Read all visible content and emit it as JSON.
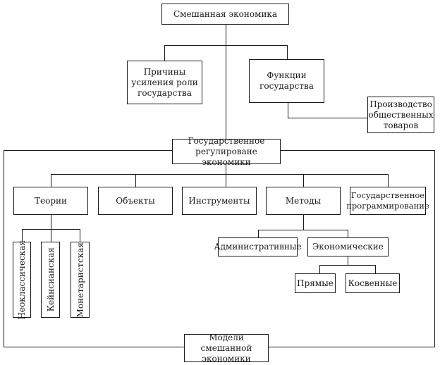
{
  "diagram": {
    "root": "Смешанная экономика",
    "reasons": [
      "Причины",
      "усиления роли",
      "государства"
    ],
    "functions": [
      "Функции",
      "государства"
    ],
    "public_goods": [
      "Производство",
      "общественных",
      "товаров"
    ],
    "regulation": [
      "Государственное",
      "регулироване экономики"
    ],
    "branches": {
      "theories": "Теории",
      "objects": "Объекты",
      "instruments": "Инструменты",
      "methods": "Методы",
      "programming": [
        "Государственное",
        "программирование"
      ]
    },
    "theory_types": [
      "Неоклассическая",
      "Кейнсианская",
      "Монетаристская"
    ],
    "method_types": {
      "administrative": "Административные",
      "economic": "Экономические"
    },
    "economic_types": {
      "direct": "Прямые",
      "indirect": "Косвенные"
    },
    "models": [
      "Модели смешанной",
      "экономики"
    ]
  }
}
